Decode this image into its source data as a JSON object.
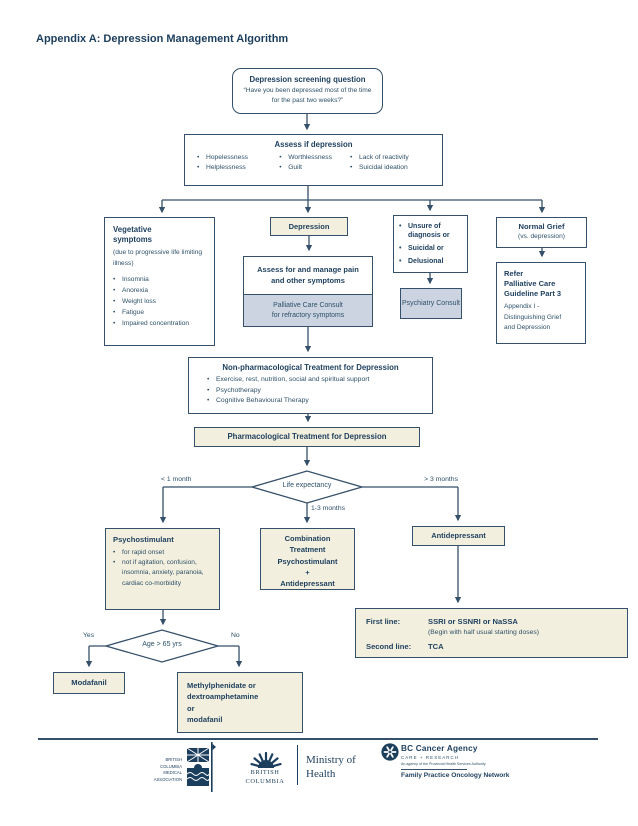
{
  "colors": {
    "navy": "#1c3e5d",
    "line": "#35506a",
    "cream": "#f3efde",
    "bluegray": "#ccd4e1"
  },
  "page": {
    "title": "Appendix A: Depression Management Algorithm"
  },
  "screening": {
    "title": "Depression screening question",
    "question": "“Have you been depressed most of the time for the past two weeks?”"
  },
  "assess": {
    "title": "Assess if depression",
    "cols": [
      [
        "Hopelessness",
        "Helplessness"
      ],
      [
        "Worthlessness",
        "Guilt"
      ],
      [
        "Lack of reactivity",
        "Suicidal ideation"
      ]
    ]
  },
  "vegetative": {
    "title": "Vegetative\nsymptoms",
    "subtitle": "(due to progressive life limiting illness)",
    "bullets": [
      "Insomnia",
      "Anorexia",
      "Weight loss",
      "Fatigue",
      "Impaired concentration"
    ]
  },
  "depression": {
    "label": "Depression"
  },
  "assess_manage": {
    "title": "Assess for and manage pain and other symptoms",
    "consult": "Palliative Care Consult\nfor refractory symptoms"
  },
  "unsure": {
    "bullets": [
      "Unsure of diagnosis or",
      "Suicidal or",
      "Delusional"
    ]
  },
  "psychiatry": {
    "label": "Psychiatry Consult"
  },
  "normal_grief": {
    "title": "Normal Grief",
    "subtitle": "(vs. depression)"
  },
  "refer": {
    "title": "Refer\nPalliative Care\nGuideline Part 3",
    "subtitle": "Appendix I -\nDistinguishing Grief\nand Depression"
  },
  "nonpharm": {
    "title": "Non-pharmacological Treatment for Depression",
    "bullets": [
      "Exercise, rest, nutrition, social and spiritual support",
      "Psychotherapy",
      "Cognitive Behavioural Therapy"
    ]
  },
  "pharm": {
    "label": "Pharmacological Treatment for Depression"
  },
  "life_expectancy": {
    "label": "Life expectancy",
    "lt": "< 1 month",
    "mid": "1-3 months",
    "gt": "> 3 months"
  },
  "psychostimulant": {
    "title": "Psychostimulant",
    "bullets": [
      "for rapid onset",
      "not if agitation, confusion, insomnia, anxiety, paranoia, cardiac co-morbidity"
    ]
  },
  "combination": {
    "label": "Combination\nTreatment\nPsychostimulant\n+\nAntidepressant"
  },
  "antidepressant": {
    "label": "Antidepressant"
  },
  "first_line": {
    "row1_label": "First line:",
    "row1_value": "SSRI or SSNRI or NaSSA",
    "row1_note": "(Begin with half usual starting doses)",
    "row2_label": "Second line:",
    "row2_value": "TCA"
  },
  "age": {
    "label": "Age > 65 yrs",
    "yes": "Yes",
    "no": "No"
  },
  "modafanil": {
    "label": "Modafanil"
  },
  "methylphenidate": {
    "label": "Methylphenidate or\ndextroamphetamine\nor\nmodafanil"
  },
  "footer": {
    "bcma": "BRITISH\nCOLUMBIA\nMEDICAL\nASSOCIATION",
    "bc_wordmark": "BRITISH\nCOLUMBIA",
    "ministry": "Ministry of Health",
    "cancer_title": "BC Cancer Agency",
    "cancer_sub": "CARE + RESEARCH",
    "cancer_agency_line": "An agency of the Provincial Health Services Authority",
    "network": "Family Practice Oncology Network"
  },
  "icons": {
    "bcma_logo": "bc-medical-association-flag",
    "bc_logo": "british-columbia-sunburst",
    "cancer_logo": "bc-cancer-agency-flower"
  }
}
